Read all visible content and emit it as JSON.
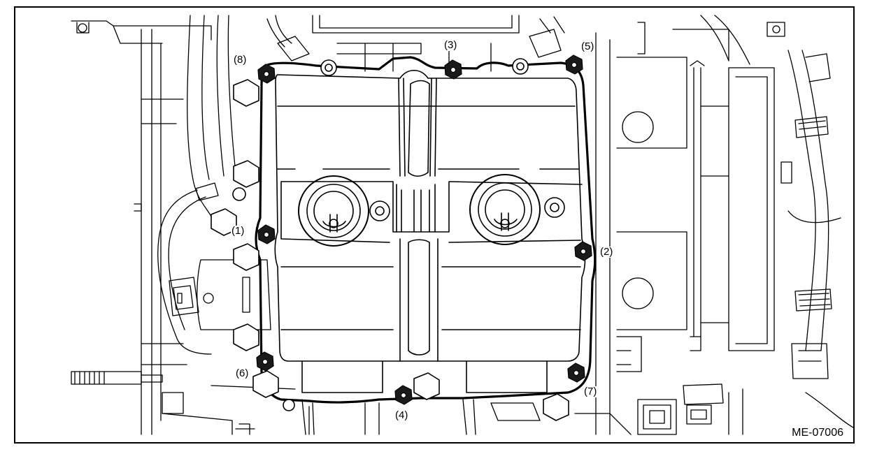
{
  "diagram": {
    "figure_code": "ME-07006",
    "callouts": {
      "c1": "(1)",
      "c2": "(2)",
      "c3": "(3)",
      "c4": "(4)",
      "c5": "(5)",
      "c6": "(6)",
      "c7": "(7)",
      "c8": "(8)"
    }
  }
}
